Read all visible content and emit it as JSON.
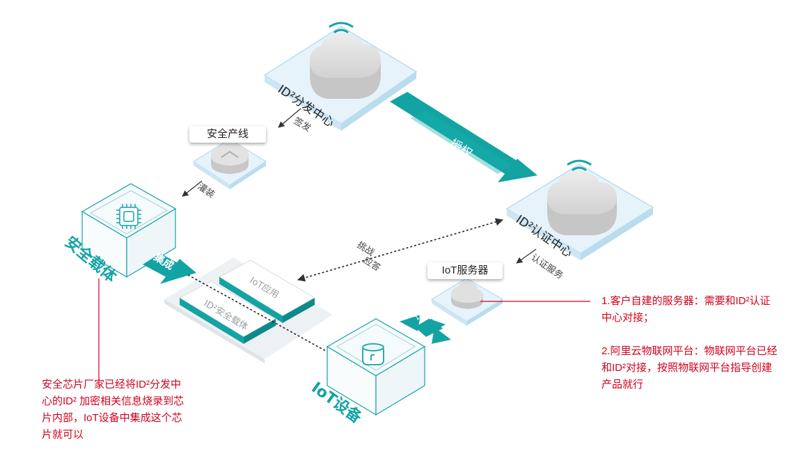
{
  "nodes": {
    "distribution_center": "ID²分发中心",
    "auth_center": "ID²认证中心",
    "secure_line": "安全产线",
    "iot_server": "IoT服务器",
    "secure_carrier": "安全载体",
    "iot_device": "IoT设备",
    "iot_app": "IoT应用",
    "id2_carrier": "ID²安全载体"
  },
  "edges": {
    "sign": "签发",
    "burn": "灌装",
    "authorize": "授权",
    "integrate": "集成",
    "challenge": "挑战",
    "response": "应答",
    "auth": "认证",
    "auth_service": "认证服务"
  },
  "notes": {
    "left": [
      "安全芯片厂家已经将ID²分发中",
      "心的ID² 加密相关信息烧录到芯",
      "片内部，IoT设备中集成这个芯",
      "片就可以"
    ],
    "right": [
      "1.客户自建的服务器：需要和ID²认证",
      "中心对接；",
      "",
      "2.阿里云物联网平台：物联网平台已经",
      "和ID²对接，按照物联网平台指导创建",
      "产品就行"
    ]
  },
  "colors": {
    "teal": "#13a3a3",
    "teal_dark": "#0d8a8a",
    "panel": "#e6f3fa",
    "panel_edge": "#b9dcee",
    "cloud": "#d9d9d9",
    "annotation": "#d0021b"
  }
}
